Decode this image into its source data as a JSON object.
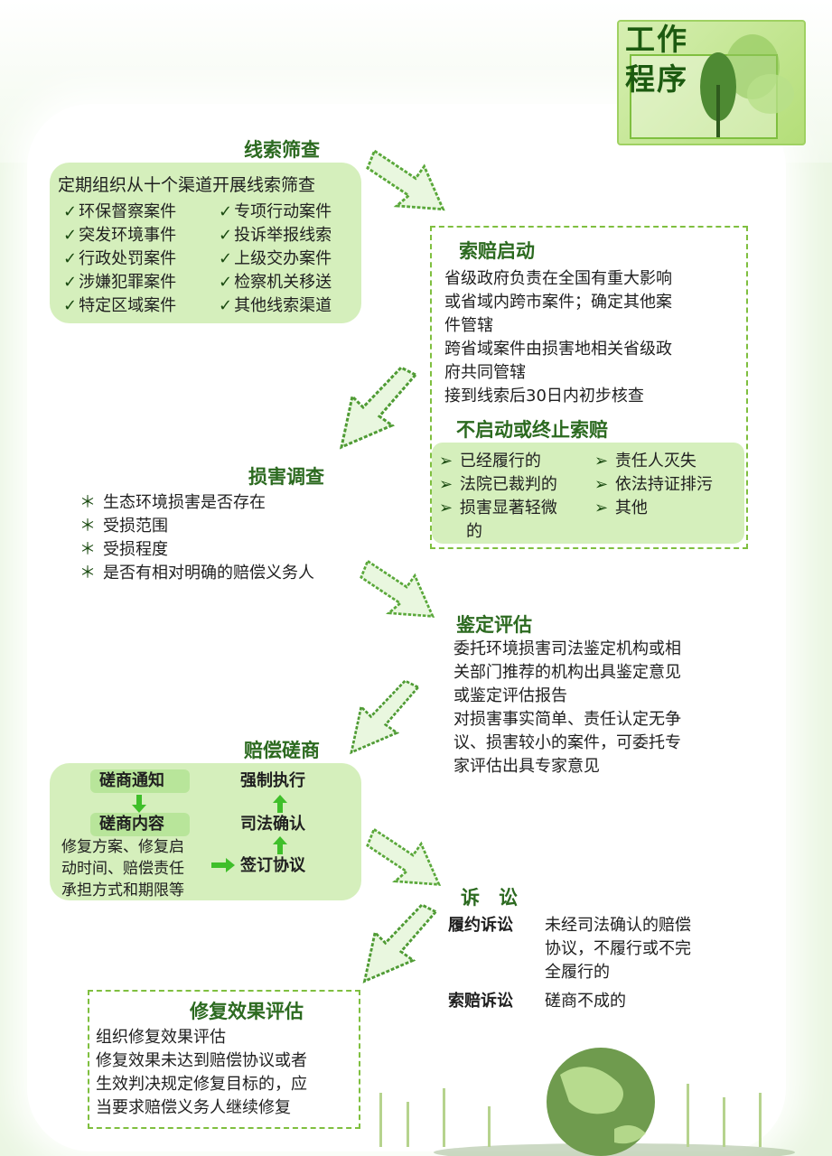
{
  "badge": {
    "line1": "工作",
    "line2": "程序"
  },
  "clue": {
    "title": "线索筛查",
    "intro": "定期组织从十个渠道开展线索筛查",
    "check_mark": "✓",
    "items": [
      "环保督察案件",
      "专项行动案件",
      "突发环境事件",
      "投诉举报线索",
      "行政处罚案件",
      "上级交办案件",
      "涉嫌犯罪案件",
      "检察机关移送",
      "特定区域案件",
      "其他线索渠道"
    ]
  },
  "claim_start": {
    "title": "索赔启动",
    "lines": [
      "省级政府负责在全国有重大影响",
      "或省域内跨市案件；确定其他案",
      "件管辖",
      "跨省域案件由损害地相关省级政",
      "府共同管辖",
      "接到线索后30日内初步核查"
    ]
  },
  "no_start": {
    "title": "不启动或终止索赔",
    "bullet": "➢",
    "items": [
      "已经履行的",
      "责任人灭失",
      "法院已裁判的",
      "依法持证排污",
      "损害显著轻微",
      "其他"
    ],
    "wrap": "的"
  },
  "damage": {
    "title": "损害调查",
    "bullet": "＊",
    "items": [
      "生态环境损害是否存在",
      "受损范围",
      "受损程度",
      "是否有相对明确的赔偿义务人"
    ]
  },
  "appraisal": {
    "title": "鉴定评估",
    "lines": [
      "委托环境损害司法鉴定机构或相",
      "关部门推荐的机构出具鉴定意见",
      "或鉴定评估报告",
      "对损害事实简单、责任认定无争",
      "议、损害较小的案件，可委托专",
      "家评估出具专家意见"
    ]
  },
  "consult": {
    "title": "赔偿磋商",
    "notice": "磋商通知",
    "content": "磋商内容",
    "detail": [
      "修复方案、修复启",
      "动时间、赔偿责任",
      "承担方式和期限等"
    ],
    "enforce": "强制执行",
    "judicial": "司法确认",
    "sign": "签订协议"
  },
  "lawsuit": {
    "title": "诉　讼",
    "perform_label": "履约诉讼",
    "perform_lines": [
      "未经司法确认的赔偿",
      "协议，不履行或不完",
      "全履行的"
    ],
    "claim_label": "索赔诉讼",
    "claim_text": "磋商不成的"
  },
  "restore": {
    "title": "修复效果评估",
    "lines": [
      "组织修复效果评估",
      "修复效果未达到赔偿协议或者",
      "生效判决规定修复目标的，应",
      "当要求赔偿义务人继续修复"
    ]
  },
  "colors": {
    "accent": "#2c6a20",
    "box": "#d5efbc",
    "dash": "#7fbf3f"
  }
}
